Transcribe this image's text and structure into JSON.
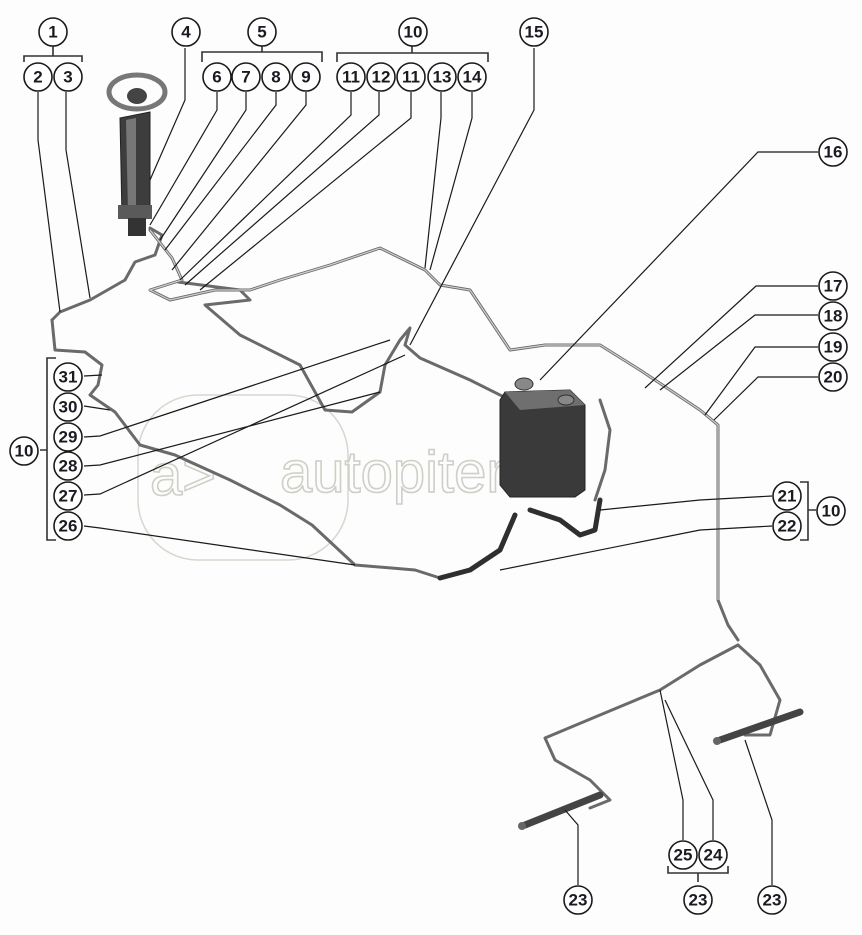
{
  "diagram": {
    "title": "Steering hydraulic system – exploded parts diagram",
    "watermark": "autopiter.ru",
    "callouts": [
      {
        "id": "c1",
        "label": "1"
      },
      {
        "id": "c2",
        "label": "2"
      },
      {
        "id": "c3",
        "label": "3"
      },
      {
        "id": "c4",
        "label": "4"
      },
      {
        "id": "c5",
        "label": "5"
      },
      {
        "id": "c6",
        "label": "6"
      },
      {
        "id": "c7",
        "label": "7"
      },
      {
        "id": "c8",
        "label": "8"
      },
      {
        "id": "c9",
        "label": "9"
      },
      {
        "id": "c10top",
        "label": "10"
      },
      {
        "id": "c11a",
        "label": "11"
      },
      {
        "id": "c12",
        "label": "12"
      },
      {
        "id": "c11b",
        "label": "11"
      },
      {
        "id": "c13",
        "label": "13"
      },
      {
        "id": "c14",
        "label": "14"
      },
      {
        "id": "c15",
        "label": "15"
      },
      {
        "id": "c16",
        "label": "16"
      },
      {
        "id": "c17",
        "label": "17"
      },
      {
        "id": "c18",
        "label": "18"
      },
      {
        "id": "c19",
        "label": "19"
      },
      {
        "id": "c20",
        "label": "20"
      },
      {
        "id": "c21",
        "label": "21"
      },
      {
        "id": "c22",
        "label": "22"
      },
      {
        "id": "c10right",
        "label": "10"
      },
      {
        "id": "c31",
        "label": "31"
      },
      {
        "id": "c30",
        "label": "30"
      },
      {
        "id": "c29",
        "label": "29"
      },
      {
        "id": "c28",
        "label": "28"
      },
      {
        "id": "c27",
        "label": "27"
      },
      {
        "id": "c26",
        "label": "26"
      },
      {
        "id": "c10left",
        "label": "10"
      },
      {
        "id": "c25",
        "label": "25"
      },
      {
        "id": "c24",
        "label": "24"
      },
      {
        "id": "c23a",
        "label": "23"
      },
      {
        "id": "c23b",
        "label": "23"
      },
      {
        "id": "c23c",
        "label": "23"
      }
    ],
    "groups": [
      {
        "parent": "1",
        "children": [
          "2",
          "3"
        ]
      },
      {
        "parent": "5",
        "children": [
          "6",
          "7",
          "8",
          "9"
        ]
      },
      {
        "parent": "10",
        "children": [
          "11",
          "12",
          "11",
          "13",
          "14"
        ]
      },
      {
        "parent": "10",
        "children": [
          "21",
          "22"
        ]
      },
      {
        "parent": "10",
        "children": [
          "31",
          "30",
          "29",
          "28",
          "27",
          "26"
        ]
      },
      {
        "parent": "23",
        "children": [
          "25",
          "24"
        ]
      }
    ],
    "colors": {
      "ink": "#1a1a22",
      "pipe": "#6a6a6a",
      "hose": "#2f2f2f",
      "watermark": "#cdd0c6",
      "background": "#fcfdfc"
    }
  }
}
